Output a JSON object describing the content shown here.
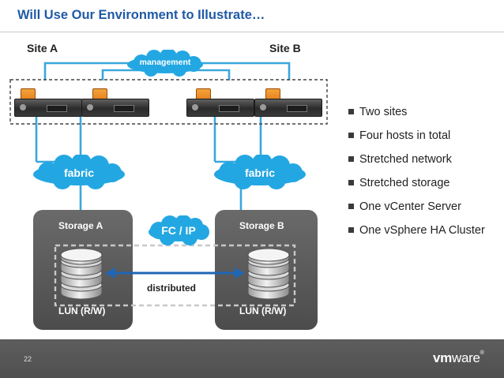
{
  "slide": {
    "title": "Will Use Our Environment to Illustrate…",
    "page_number": "22"
  },
  "diagram": {
    "site_a_label": "Site A",
    "site_b_label": "Site B",
    "management_label": "management",
    "fabric_left_label": "fabric",
    "fabric_right_label": "fabric",
    "fc_ip_label": "FC / IP",
    "storage_a_label": "Storage A",
    "storage_b_label": "Storage B",
    "distributed_label": "distributed",
    "lun_left_label": "LUN (R/W)",
    "lun_right_label": "LUN (R/W)",
    "host_count": 4
  },
  "bullets": [
    "Two sites",
    "Four hosts in total",
    "Stretched network",
    "Stretched storage",
    "One vCenter Server",
    "One vSphere HA Cluster"
  ],
  "brand": {
    "logo_vm": "vm",
    "logo_ware": "ware",
    "logo_reg": "®"
  },
  "colors": {
    "title": "#1f5aa6",
    "network_line": "#3aa7dd",
    "cloud": "#23a7e2",
    "storage_box": "#5b5b5b",
    "footer": "#575757"
  }
}
